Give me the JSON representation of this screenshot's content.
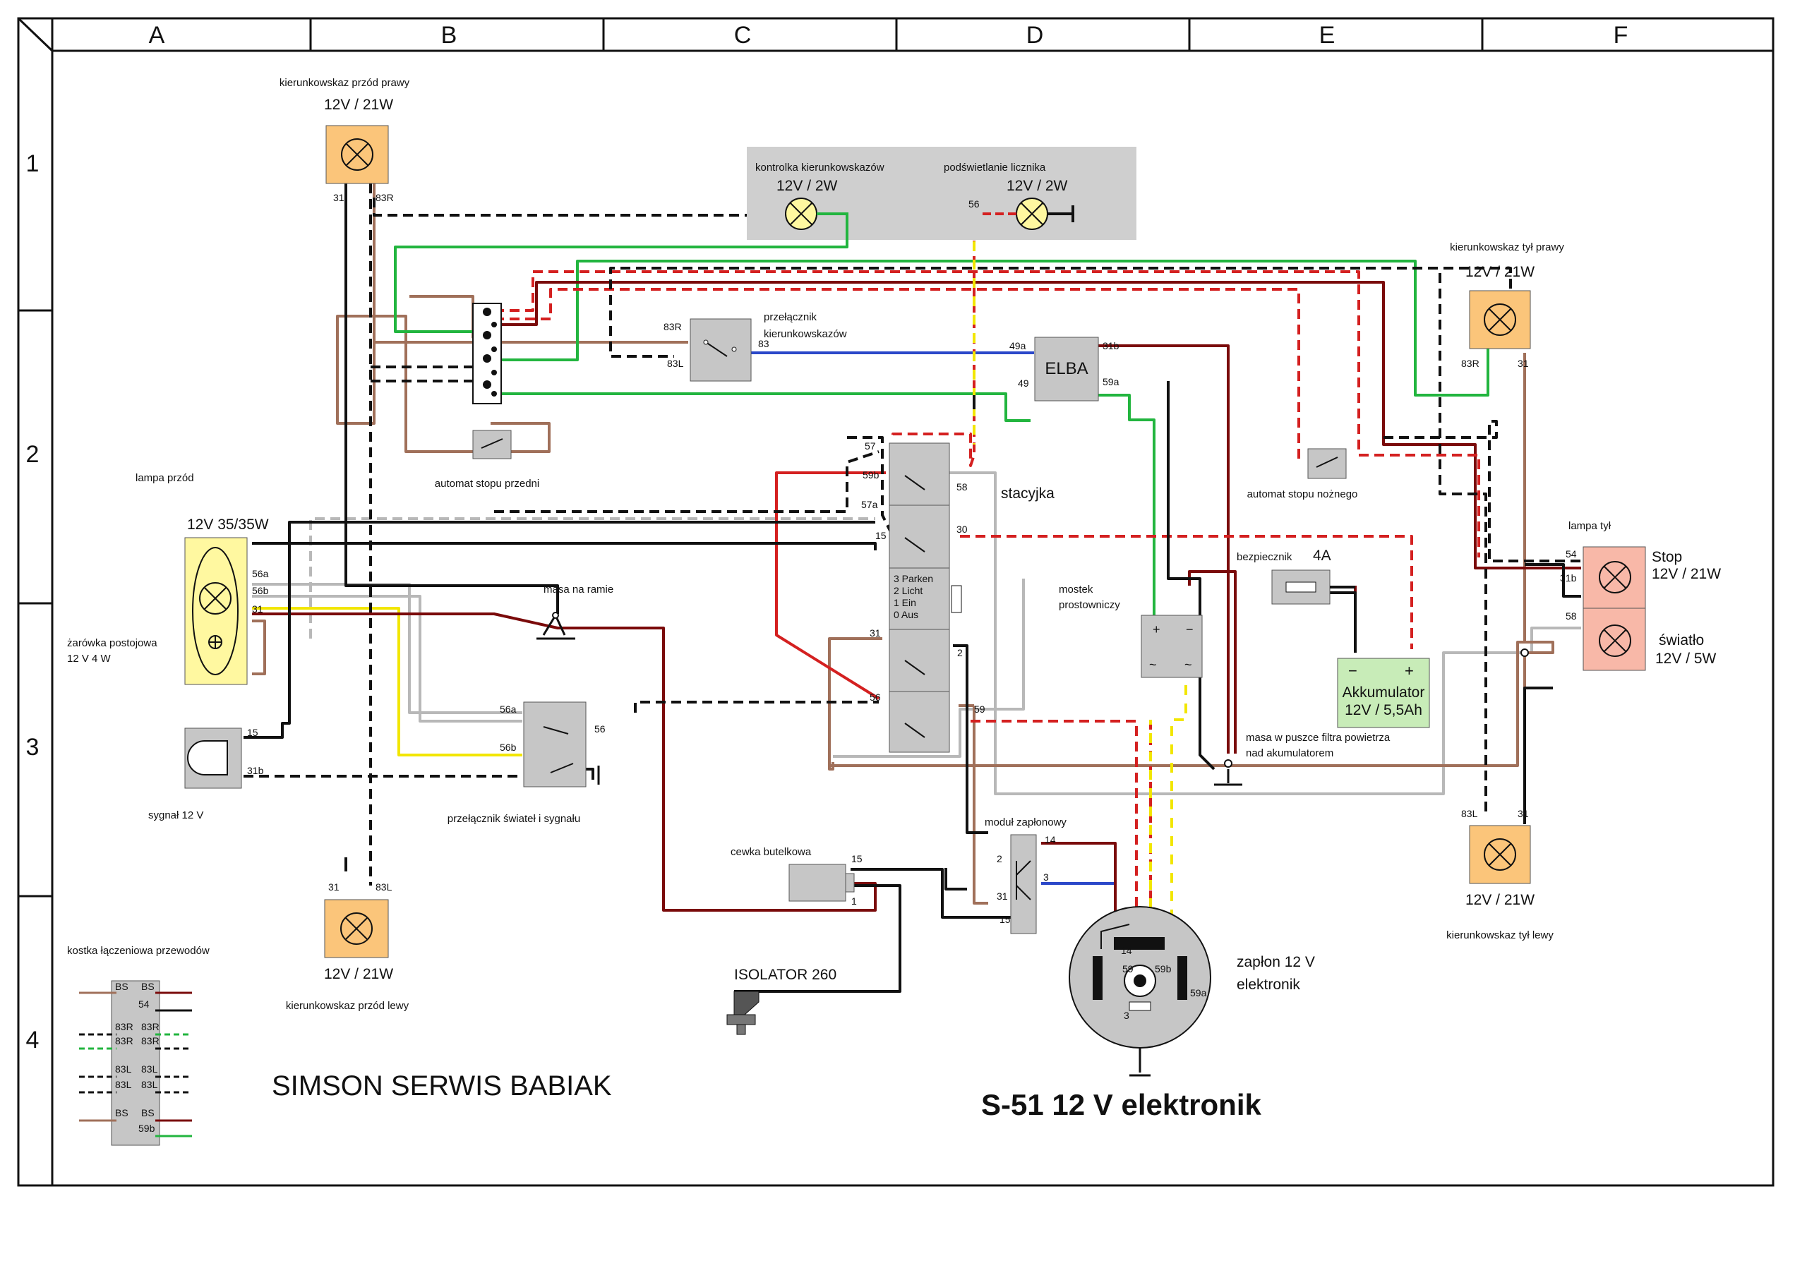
{
  "frame": {
    "columns": [
      "A",
      "B",
      "C",
      "D",
      "E",
      "F"
    ],
    "rows": [
      "1",
      "2",
      "3",
      "4"
    ]
  },
  "title": "SIMSON SERWIS BABIAK",
  "model": "S-51  12 V  elektronik",
  "components": {
    "kfp": {
      "label": "kierunkowskaz przód prawy",
      "rating": "12V / 21W",
      "pin_a": "31",
      "pin_b": "83R"
    },
    "kfl": {
      "label": "kierunkowskaz przód lewy",
      "rating": "12V / 21W",
      "pin_a": "31",
      "pin_b": "83L"
    },
    "krp": {
      "label": "kierunkowskaz tył prawy",
      "rating": "12V / 21W",
      "pin_a": "83R",
      "pin_b": "31"
    },
    "krl": {
      "label": "kierunkowskaz tył lewy",
      "rating": "12V / 21W",
      "pin_a": "83L",
      "pin_b": "31"
    },
    "dash": {
      "ind_label": "kontrolka kierunkowskazów",
      "ind_rating": "12V / 2W",
      "meter_label": "podświetlanie licznika",
      "meter_rating": "12V / 2W",
      "meter_pin": "56"
    },
    "turn_switch": {
      "label_1": "przełącznik",
      "label_2": "kierunkowskazów",
      "pin_r": "83R",
      "pin_l": "83L",
      "pin_out": "83"
    },
    "elba": {
      "label": "ELBA",
      "pin_49a": "49a",
      "pin_49": "49",
      "pin_31b": "31b",
      "pin_59a": "59a"
    },
    "front_stop": {
      "label": "automat stopu przedni"
    },
    "foot_stop": {
      "label": "automat stopu nożnego"
    },
    "ignition": {
      "label": "stacyjka",
      "pins": [
        "57",
        "59b",
        "58",
        "57a",
        "15",
        "30",
        "31",
        "2",
        "56",
        "59"
      ],
      "positions": [
        "3 Parken",
        "2 Licht",
        "1 Ein",
        "0 Aus"
      ]
    },
    "headlamp": {
      "label": "lampa przód",
      "rating": "12V 35/35W",
      "pins": [
        "56a",
        "56b",
        "31"
      ],
      "park_1": "żarówka postojowa",
      "park_2": "12 V 4 W"
    },
    "horn": {
      "label": "sygnał 12 V",
      "pin_15": "15",
      "pin_31b": "31b"
    },
    "frame_ground": {
      "label": "masa na ramie"
    },
    "light_switch": {
      "label": "przełącznik świateł i sygnału",
      "pin_56a": "56a",
      "pin_56b": "56b",
      "pin_56": "56"
    },
    "rectifier": {
      "label_1": "mostek",
      "label_2": "prostowniczy"
    },
    "fuse": {
      "label": "bezpiecznik",
      "rating": "4A"
    },
    "battery": {
      "label": "Akkumulator",
      "rating": "12V / 5,5Ah"
    },
    "filter_ground": {
      "label_1": "masa w puszce filtra powietrza",
      "label_2": "nad akumulatorem"
    },
    "rear_lamp": {
      "label": "lampa tył",
      "pin_54": "54",
      "pin_31b": "31b",
      "pin_58": "58",
      "stop_1": "Stop",
      "stop_2": "12V / 21W",
      "tail_1": "światło",
      "tail_2": "12V / 5W"
    },
    "coil": {
      "label": "cewka butelkowa",
      "pin_15": "15",
      "pin_1": "1"
    },
    "isolator": {
      "label": "ISOLATOR 260"
    },
    "ign_module": {
      "label": "moduł zapłonowy",
      "pins": [
        "14",
        "2",
        "3",
        "31",
        "15"
      ]
    },
    "stator": {
      "label_1": "zapłon 12 V",
      "label_2": "elektronik",
      "pins": [
        "14",
        "59",
        "59b",
        "59a",
        "3"
      ]
    },
    "terminal_block": {
      "label": "kostka łączeniowa przewodów",
      "cells": [
        [
          "BS",
          "BS"
        ],
        [
          "",
          "54"
        ],
        [
          "83R",
          "83R"
        ],
        [
          "83R",
          "83R"
        ],
        [
          "83L",
          "83L"
        ],
        [
          "83L",
          "83L"
        ],
        [
          "BS",
          "BS"
        ],
        [
          "",
          "59b"
        ]
      ]
    }
  },
  "colors": {
    "black": "#111111",
    "brown": "#a0705a",
    "green": "#22b53f",
    "red": "#d42020",
    "darkred": "#7a0a0a",
    "blue": "#2b48c9",
    "yellow": "#f2e600",
    "grey": "#b8b8b8",
    "bulb_amber": "#fbc57a",
    "bulb_yellow": "#fff8a0",
    "rear_lamp": "#f8b8a8",
    "battery": "#c8ecb8",
    "panel": "#cfcfcf",
    "part": "#c6c6c6"
  }
}
